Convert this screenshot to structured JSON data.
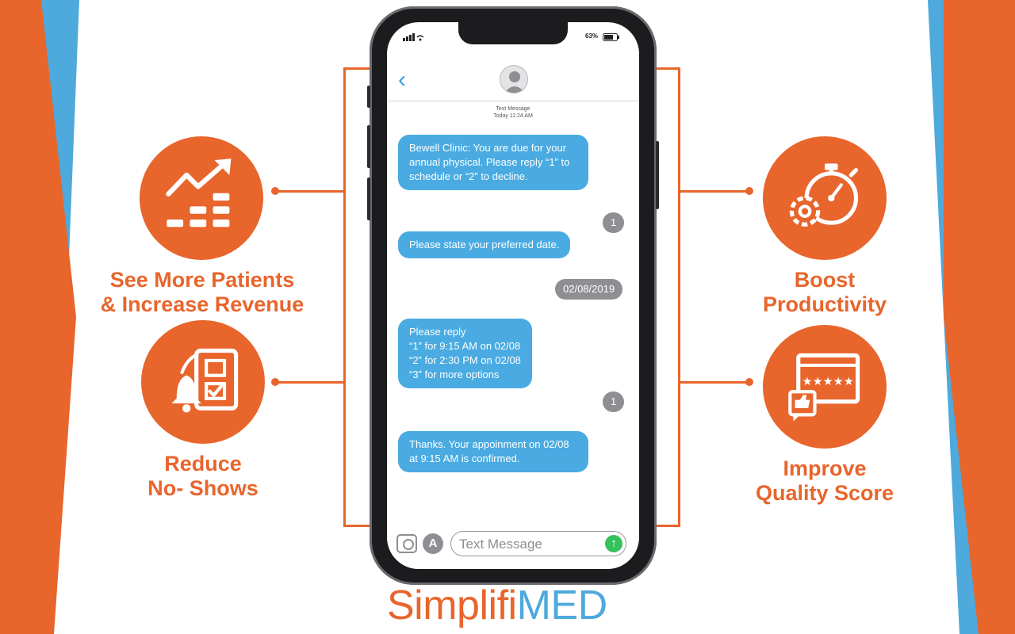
{
  "colors": {
    "orange": "#e8652c",
    "blue": "#4ea9dc",
    "bubble_in": "#49abe1",
    "bubble_out": "#8e8e93"
  },
  "features": {
    "left_top": {
      "line1": "See More Patients",
      "line2": "& Increase Revenue",
      "icon": "growth-chart-icon"
    },
    "left_bottom": {
      "line1": "Reduce",
      "line2": "No- Shows",
      "icon": "reminder-bell-checklist-icon"
    },
    "right_top": {
      "line1": "Boost",
      "line2": "Productivity",
      "icon": "stopwatch-gear-icon"
    },
    "right_bottom": {
      "line1": "Improve",
      "line2": "Quality Score",
      "icon": "rating-thumbs-up-icon"
    }
  },
  "phone": {
    "status_battery": "63%",
    "meta_line1": "Text Message",
    "meta_line2": "Today 11:24 AM",
    "messages": [
      {
        "dir": "in",
        "text": "Bewell Clinic: You are due for your annual physical. Please reply “1” to schedule or “2” to decline."
      },
      {
        "dir": "out",
        "text": "1"
      },
      {
        "dir": "in",
        "text": "Please state your preferred date."
      },
      {
        "dir": "out",
        "text": "02/08/2019"
      },
      {
        "dir": "in",
        "lines": [
          "Please reply",
          "“1” for 9:15 AM on 02/08",
          "“2” for 2:30 PM on 02/08",
          "“3” for more options"
        ]
      },
      {
        "dir": "out",
        "text": "1"
      },
      {
        "dir": "in",
        "text": "Thanks. Your appoinment on 02/08 at 9:15 AM is confirmed."
      }
    ],
    "composer_placeholder": "Text Message",
    "app_store_glyph": "A"
  },
  "logo": {
    "part1": "Simplifi",
    "part2": "MED"
  }
}
